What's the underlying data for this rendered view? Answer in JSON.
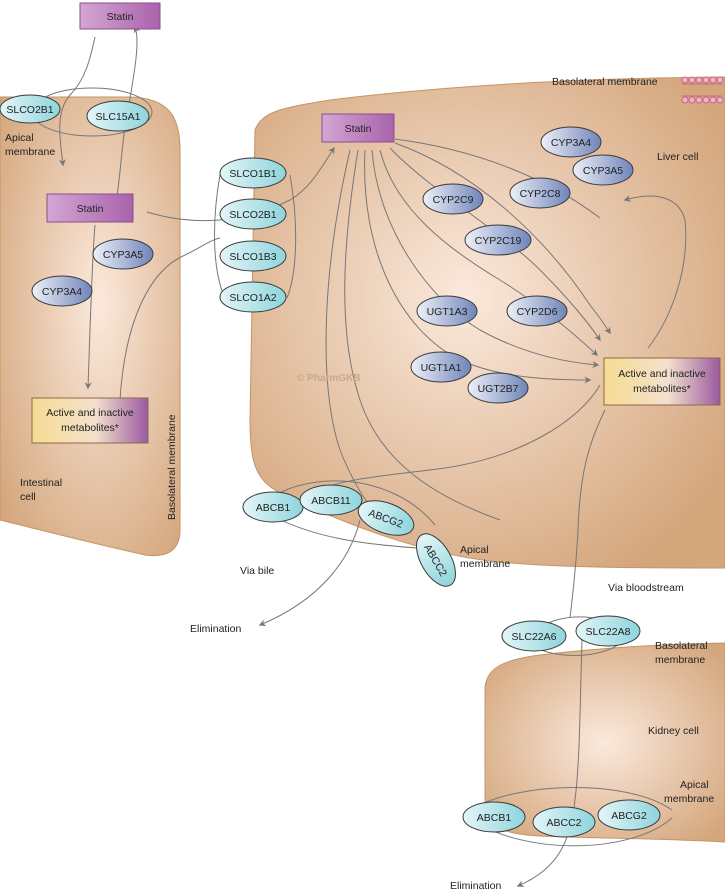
{
  "colors": {
    "cell_edge": "#d4a67c",
    "cell_center": "#fbe9dc",
    "statin_fill": "#a963ab",
    "statin_fill_light": "#d3a6d4",
    "transporter_fill": "#8ed4dc",
    "enzyme_fill": "#6f85b9",
    "metabolite_gold": "#f6dc93",
    "metabolite_purple": "#9a5aa0",
    "arrow": "#777777"
  },
  "watermark": "© PharmGKB",
  "intestine": {
    "cell_label": "Intestinal cell",
    "cell_label_line1": "Intestinal",
    "cell_label_line2": "cell",
    "apical_label_line1": "Apical",
    "apical_label_line2": "membrane",
    "basolateral_label": "Basolateral membrane",
    "statin_lumen": "Statin",
    "statin_inside": "Statin",
    "uptake_transporters": [
      "SLCO2B1",
      "SLC15A1"
    ],
    "enzymes": [
      "CYP3A5",
      "CYP3A4"
    ],
    "metabolites_line1": "Active and inactive",
    "metabolites_line2": "metabolites*"
  },
  "liver": {
    "cell_label": "Liver cell",
    "basolateral_label": "Basolateral membrane",
    "apical_label_line1": "Apical",
    "apical_label_line2": "membrane",
    "statin": "Statin",
    "uptake_transporters": [
      "SLCO1B1",
      "SLCO2B1",
      "SLCO1B3",
      "SLCO1A2"
    ],
    "enzymes": [
      "CYP3A4",
      "CYP3A5",
      "CYP2C9",
      "CYP2C8",
      "CYP2C19",
      "UGT1A3",
      "CYP2D6",
      "UGT1A1",
      "UGT2B7"
    ],
    "metabolites_line1": "Active and inactive",
    "metabolites_line2": "metabolites*",
    "efflux_transporters": [
      "ABCB1",
      "ABCB11",
      "ABCG2",
      "ABCC2"
    ],
    "via_bile": "Via bile",
    "via_bloodstream": "Via bloodstream",
    "elimination": "Elimination"
  },
  "kidney": {
    "cell_label": "Kidney cell",
    "basolateral_label_line1": "Basolateral",
    "basolateral_label_line2": "membrane",
    "apical_label_line1": "Apical",
    "apical_label_line2": "membrane",
    "uptake_transporters": [
      "SLC22A6",
      "SLC22A8"
    ],
    "efflux_transporters": [
      "ABCB1",
      "ABCC2",
      "ABCG2"
    ],
    "elimination": "Elimination"
  }
}
